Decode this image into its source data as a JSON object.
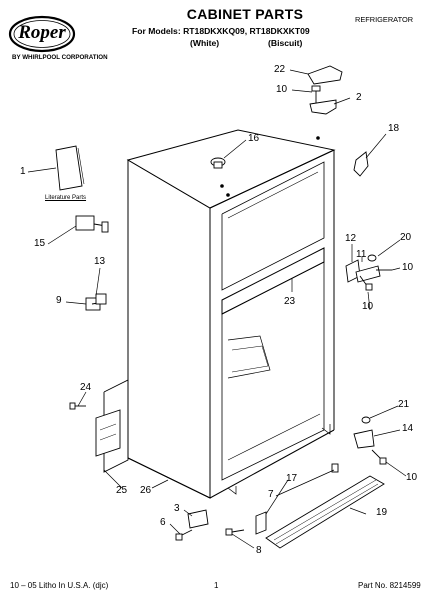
{
  "header": {
    "brand": "Roper",
    "brand_subtitle": "BY WHIRLPOOL CORPORATION",
    "title": "CABINET PARTS",
    "models_line": "For Models: RT18DKXKQ09, RT18DKXKT09",
    "variant_left": "(White)",
    "variant_right": "(Biscuit)",
    "appliance_type": "REFRIGERATOR"
  },
  "labels": {
    "literature_parts": "Literature Parts"
  },
  "callouts": [
    "22",
    "10",
    "2",
    "16",
    "18",
    "1",
    "12",
    "11",
    "20",
    "10",
    "15",
    "13",
    "9",
    "23",
    "10",
    "24",
    "21",
    "14",
    "10",
    "25",
    "26",
    "17",
    "7",
    "3",
    "6",
    "19",
    "8"
  ],
  "footer": {
    "left": "10 – 05 Litho In U.S.A. (djc)",
    "center": "1",
    "right": "Part No. 8214599"
  }
}
